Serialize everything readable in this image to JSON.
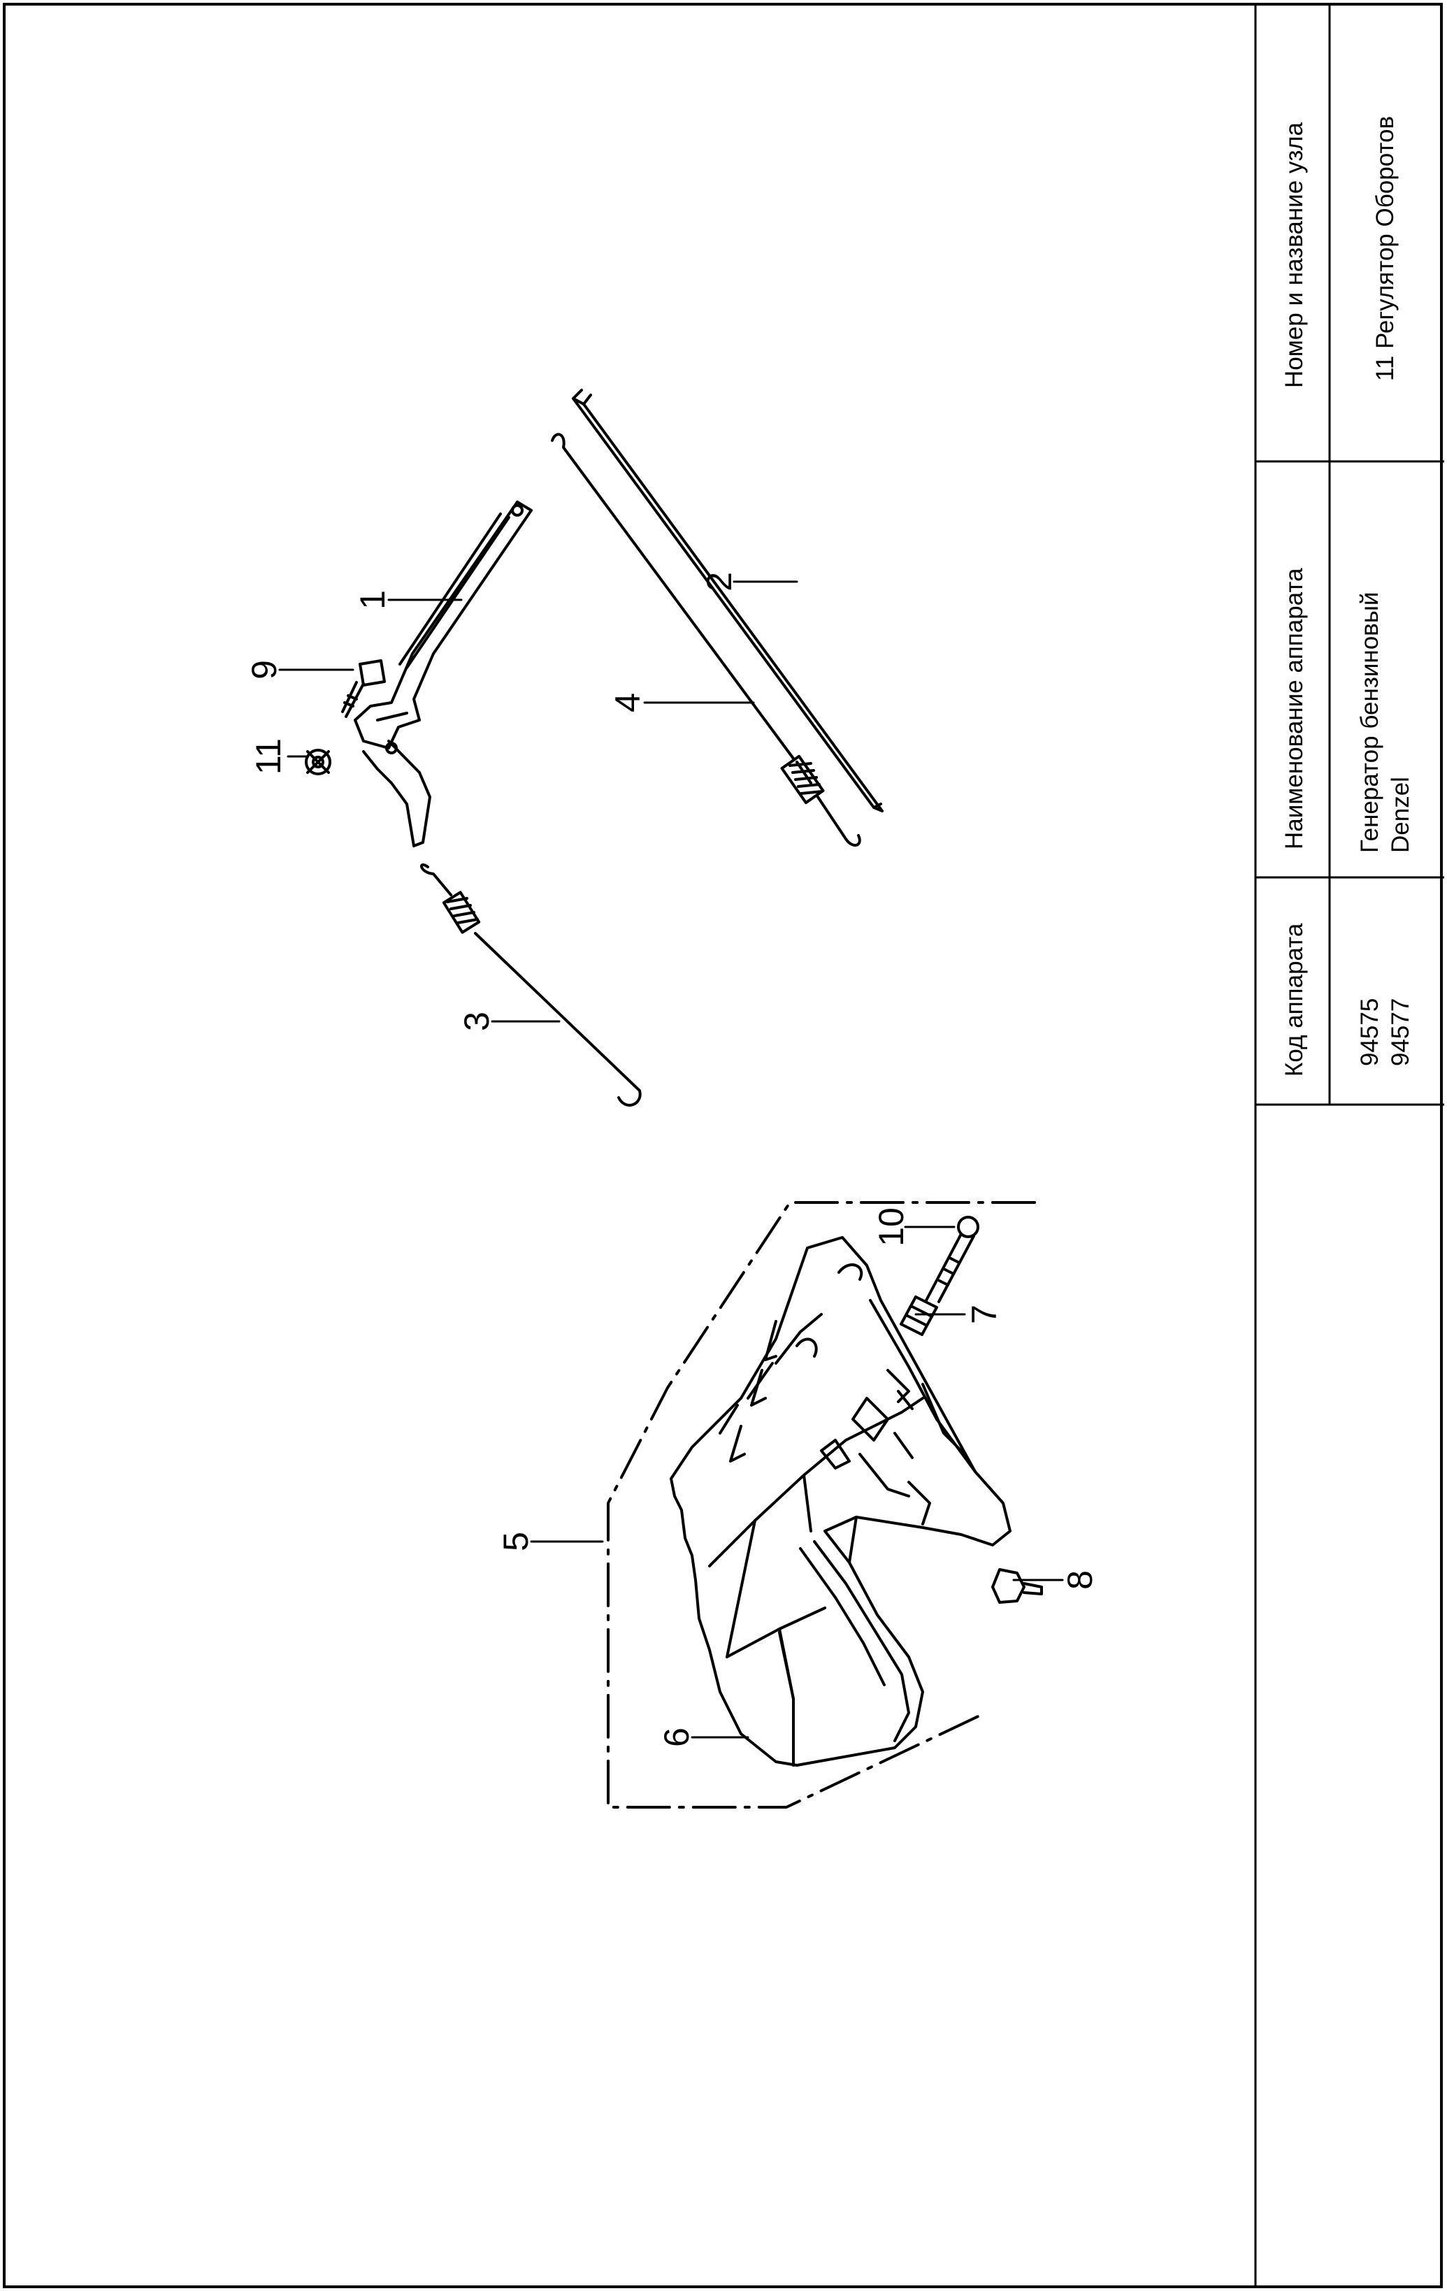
{
  "title_block": {
    "headers": {
      "code": "Код аппарата",
      "device_name": "Наименование аппарата",
      "unit_name": "Номер и название узла"
    },
    "values": {
      "codes": [
        "94575",
        "94577"
      ],
      "device_name_lines": [
        "Генератор бензиновый",
        "Denzel"
      ],
      "unit_name": "11 Регулятор Оборотов"
    }
  },
  "callouts": {
    "c1": "1",
    "c2": "2",
    "c3": "3",
    "c4": "4",
    "c5": "5",
    "c6": "6",
    "c7": "7",
    "c8": "8",
    "c9": "9",
    "c10": "10",
    "c11": "11"
  }
}
